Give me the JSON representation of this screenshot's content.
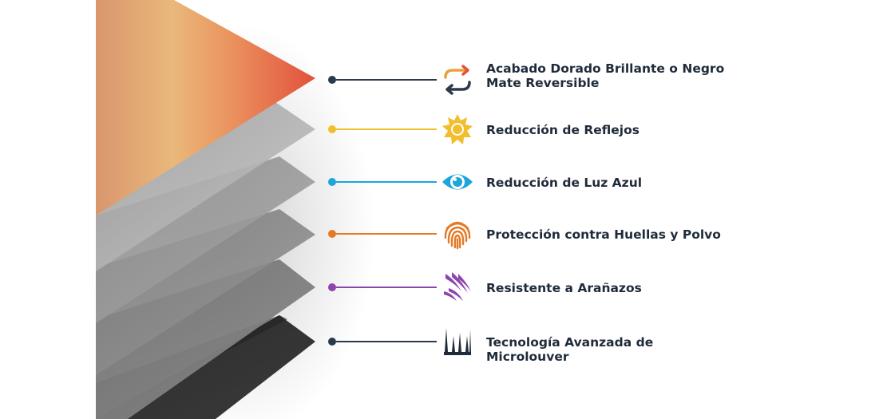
{
  "colors": {
    "navy": "#2b3a4b",
    "yellow": "#f3be2d",
    "cyan": "#1ea5d9",
    "orange": "#e47a25",
    "purple": "#8e44ad",
    "text": "#1f2b3a"
  },
  "features": [
    {
      "label": "Acabado Dorado Brillante o Negro Mate Reversible",
      "icon": "reversible-arrows-icon",
      "color": "#2b3a4b"
    },
    {
      "label": "Reducción de Reflejos",
      "icon": "sun-icon",
      "color": "#f3be2d"
    },
    {
      "label": "Reducción de Luz Azul",
      "icon": "eye-icon",
      "color": "#1ea5d9"
    },
    {
      "label": "Protección contra Huellas y Polvo",
      "icon": "fingerprint-icon",
      "color": "#e47a25"
    },
    {
      "label": "Resistente a Arañazos",
      "icon": "scratch-icon",
      "color": "#8e44ad"
    },
    {
      "label": "Tecnología Avanzada de Microlouver",
      "icon": "microlouver-icon",
      "color": "#2b3a4b"
    }
  ]
}
